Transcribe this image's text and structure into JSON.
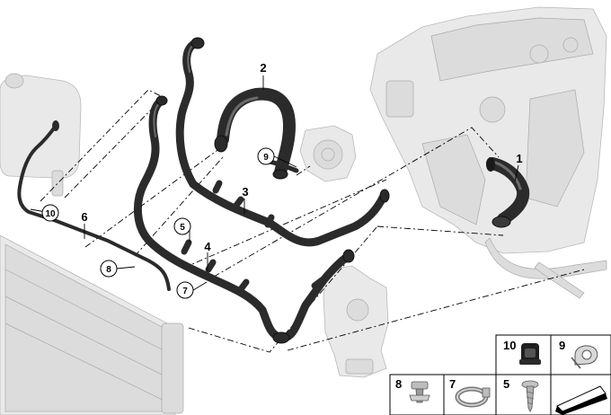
{
  "callouts": {
    "c1": "1",
    "c2": "2",
    "c3": "3",
    "c4": "4",
    "c5": "5",
    "c6": "6",
    "c7": "7",
    "c8": "8",
    "c9": "9",
    "c10": "10"
  },
  "parts_table": {
    "p10": "10",
    "p9": "9",
    "p8": "8",
    "p7": "7",
    "p5": "5"
  },
  "colors": {
    "hose": "#2b2b2b",
    "ghost_component": "#e9e9e9",
    "outline": "#000000"
  }
}
